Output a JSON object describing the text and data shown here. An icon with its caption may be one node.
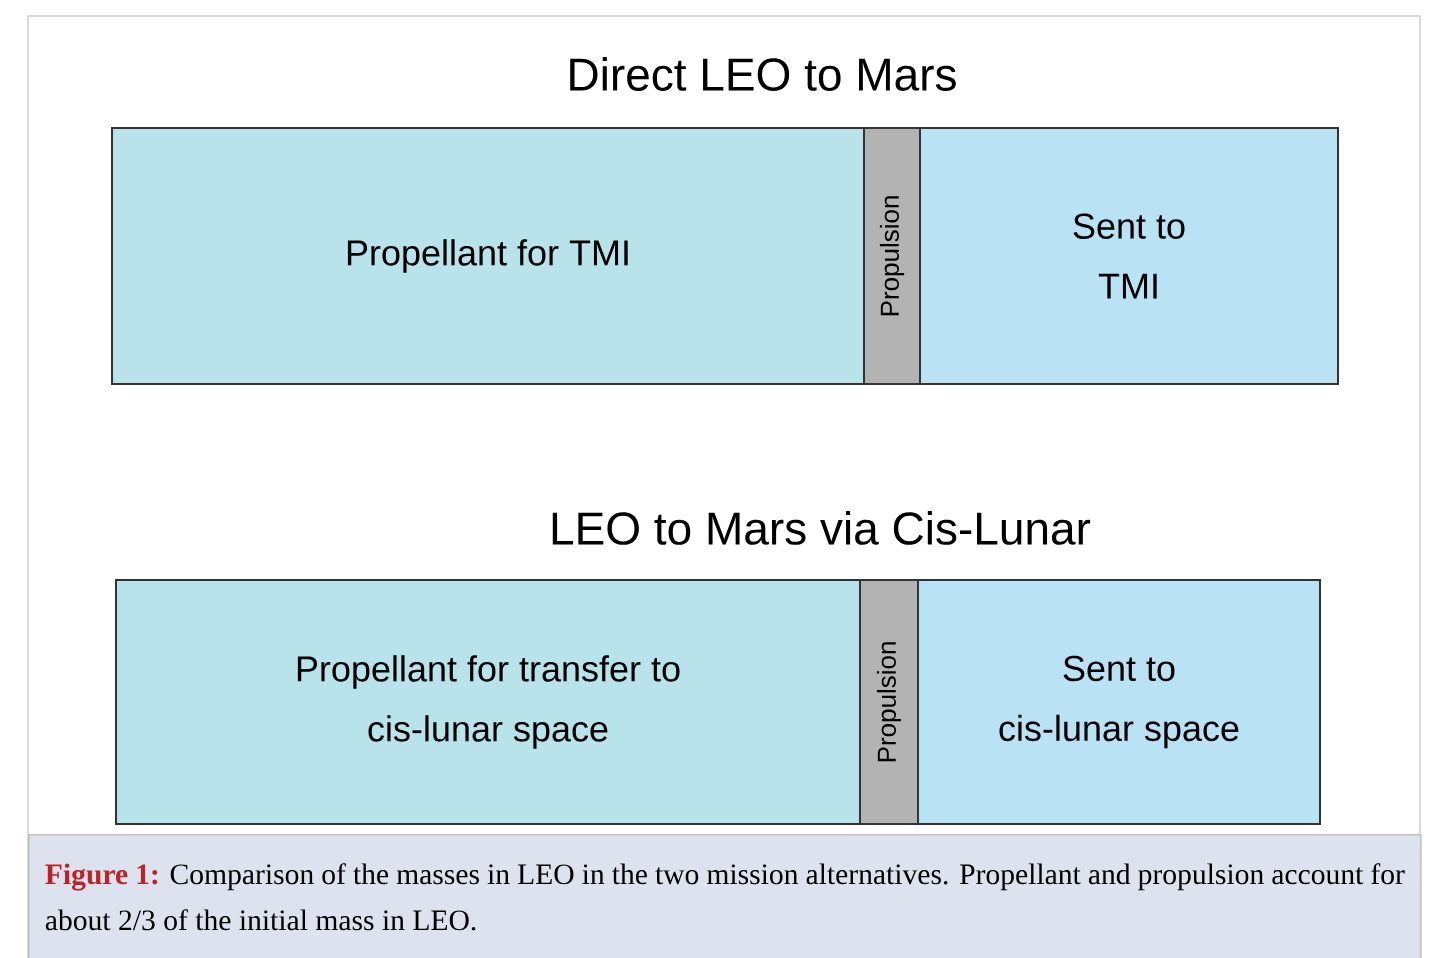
{
  "diagram": {
    "caption": "**Figure 1:** Comparison of the masses in LEO in the two mission alternatives. Propellant and propulsion account for about 2/3 of the initial mass in LEO.",
    "nodes": [
      {
        "text": [
          "Propellant for TMI"
        ]
      },
      {
        "text": [
          "Propulsion"
        ]
      },
      {
        "text": [
          "Sent to TMI"
        ]
      },
      {
        "text": [
          "Propellant for transfer to cis-lunar space"
        ]
      },
      {
        "text": [
          "Propulsion"
        ]
      },
      {
        "text": [
          "Sent to cis-lunar space"
        ]
      }
    ],
    "labels": [
      "Direct LEO to Mars",
      "LEO to Mars via Cis-Lunar"
    ]
  }
}
